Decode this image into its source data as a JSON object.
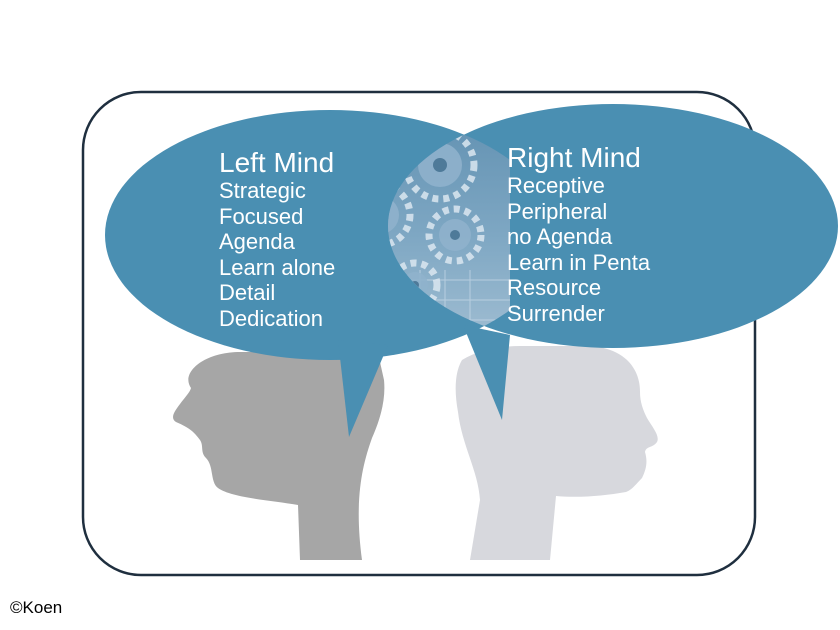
{
  "left_mind": {
    "title": "Left Mind",
    "items": [
      "Strategic",
      "Focused",
      "Agenda",
      "Learn alone",
      "Detail",
      "Dedication"
    ]
  },
  "right_mind": {
    "title": "Right Mind",
    "items": [
      "Receptive",
      "Peripheral",
      "no Agenda",
      "Learn in Penta",
      "Resource",
      "Surrender"
    ]
  },
  "copyright": "©Koen",
  "colors": {
    "bubble": "#4a8fb2",
    "bubble_edge": "#2f6f92",
    "frame_border": "#1f2f3f",
    "left_head": "#a6a6a6",
    "right_head": "#d7d8dd",
    "gears": "#8fb2cc"
  },
  "icons": [
    "gears-image",
    "left-head-silhouette",
    "right-head-silhouette"
  ]
}
